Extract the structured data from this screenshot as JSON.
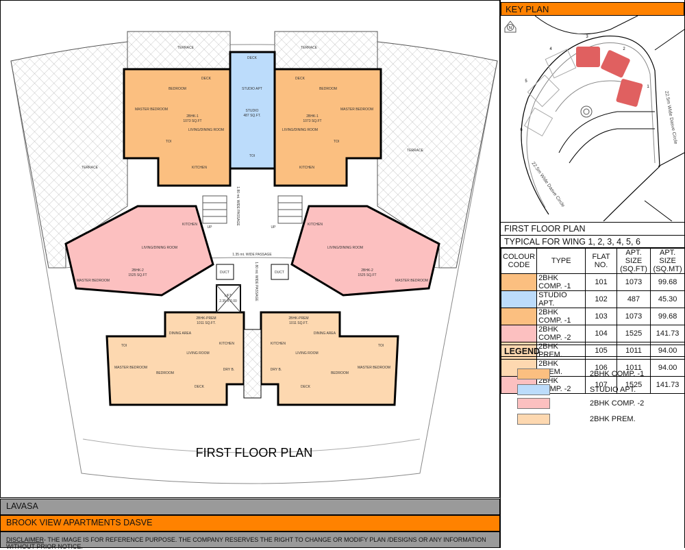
{
  "plan": {
    "title": "FIRST FLOOR PLAN",
    "terrace_label": "TERRACE",
    "passage_h": "1.35 mt. WIDE PASSAGE",
    "passage_v": "1.80 mt. WIDE PASSAGE",
    "up": "UP",
    "duct": "DUCT",
    "lift": "LIFT",
    "lift_size": "2.35 X 2.00",
    "units": {
      "u101": {
        "name": "2BHK-1",
        "area": "1073 SQ.FT"
      },
      "u102": {
        "name": "STUDIO",
        "area": "487 SQ.FT."
      },
      "u103": {
        "name": "2BHK-1",
        "area": "1073 SQ.FT"
      },
      "u104": {
        "name": "2BHK-2",
        "area": "1525 SQ.FT"
      },
      "u105": {
        "name": "2BHK-PREM",
        "area": "1011 SQ.FT."
      },
      "u106": {
        "name": "2BHK-PREM",
        "area": "1011 SQ.FT."
      },
      "u107": {
        "name": "2BHK-2",
        "area": "1525 SQ.FT"
      }
    },
    "rooms": {
      "master_bedroom": "MASTER BEDROOM",
      "bedroom": "BEDROOM",
      "deck": "DECK",
      "living_dining": "LIVING/DINING ROOM",
      "living": "LIVING ROOM",
      "dining": "DINING AREA",
      "kitchen": "KITCHEN",
      "studio_apt": "STUDIO APT",
      "dry": "DRY B.",
      "toi": "TOI"
    }
  },
  "key_plan": {
    "header": "KEY PLAN",
    "north": "N",
    "road_label": "22.5m Wide Dasve Circle",
    "wing_numbers": [
      "1",
      "2",
      "3",
      "4",
      "5",
      "6"
    ]
  },
  "info": {
    "plan_name": "FIRST FLOOR PLAN",
    "typical": "TYPICAL FOR WING 1, 2, 3, 4, 5, 6",
    "columns": [
      "COLOUR CODE",
      "TYPE",
      "FLAT NO.",
      "APT. SIZE (SQ.FT)",
      "APT. SIZE (SQ.MT)"
    ],
    "rows": [
      {
        "color": "#fbbf80",
        "type": "2BHK COMP. -1",
        "flat": "101",
        "sqft": "1073",
        "sqmt": "99.68"
      },
      {
        "color": "#bcdcfb",
        "type": "STUDIO APT.",
        "flat": "102",
        "sqft": "487",
        "sqmt": "45.30"
      },
      {
        "color": "#fbbf80",
        "type": "2BHK COMP. -1",
        "flat": "103",
        "sqft": "1073",
        "sqmt": "99.68"
      },
      {
        "color": "#fcc0c0",
        "type": "2BHK COMP. -2",
        "flat": "104",
        "sqft": "1525",
        "sqmt": "141.73"
      },
      {
        "color": "#fdd8b0",
        "type": "2BHK PREM.",
        "flat": "105",
        "sqft": "1011",
        "sqmt": "94.00"
      },
      {
        "color": "#fdd8b0",
        "type": "2BHK PREM.",
        "flat": "106",
        "sqft": "1011",
        "sqmt": "94.00"
      },
      {
        "color": "#fcc0c0",
        "type": "2BHK COMP. -2",
        "flat": "107",
        "sqft": "1525",
        "sqmt": "141.73"
      }
    ]
  },
  "legend": {
    "title": "LEGEND",
    "items": [
      {
        "color": "#fbbf80",
        "label": "2BHK COMP. -1"
      },
      {
        "color": "#bcdcfb",
        "label": "STUDIO APT."
      },
      {
        "color": "#fcc0c0",
        "label": "2BHK COMP. -2"
      },
      {
        "color": "#fdd8b0",
        "label": "2BHK PREM."
      }
    ]
  },
  "footer": {
    "location": "LAVASA",
    "project": "BROOK VIEW APARTMENTS DASVE",
    "disclaimer_label": "DISCLAIMER",
    "disclaimer_text": "- THE IMAGE IS FOR REFERENCE PURPOSE. THE COMPANY RESERVES THE RIGHT TO CHANGE OR MODIFY PLAN /DESIGNS OR ANY INFORMATION WITHOUT PRIOR NOTICE."
  },
  "colors": {
    "accent": "#ff8200",
    "bar_gray": "#9a9a9a",
    "highlight_wing": "#e06060"
  }
}
